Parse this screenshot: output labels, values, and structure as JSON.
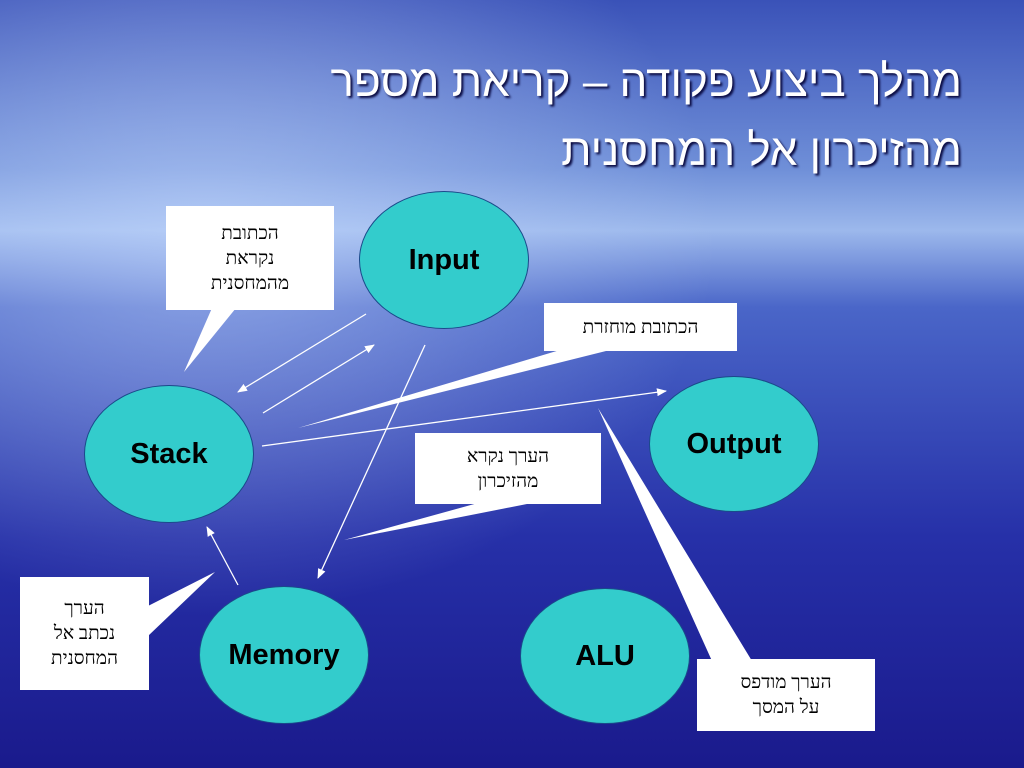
{
  "slide": {
    "title_line1": "מהלך ביצוע פקודה – קריאת מספר",
    "title_line2": "מהזיכרון אל המחסנית"
  },
  "nodes": {
    "input": "Input",
    "stack": "Stack",
    "output": "Output",
    "memory": "Memory",
    "alu": "ALU"
  },
  "callouts": {
    "address_read": [
      "הכתובת",
      "נקראת",
      "מהמחסנית"
    ],
    "address_returned": [
      "הכתובת מוחזרת"
    ],
    "value_read": [
      "הערך נקרא",
      "מהזיכרון"
    ],
    "value_written": [
      "הערך",
      "נכתב אל",
      "המחסנית"
    ],
    "value_printed": [
      "הערך מודפס",
      "על המסך"
    ]
  },
  "colors": {
    "node_fill": "#33cccc",
    "background_dark": "#1a1a8c",
    "background_light": "#8fb0e8",
    "callout_fill": "#ffffff",
    "arrow": "#ffffff"
  }
}
